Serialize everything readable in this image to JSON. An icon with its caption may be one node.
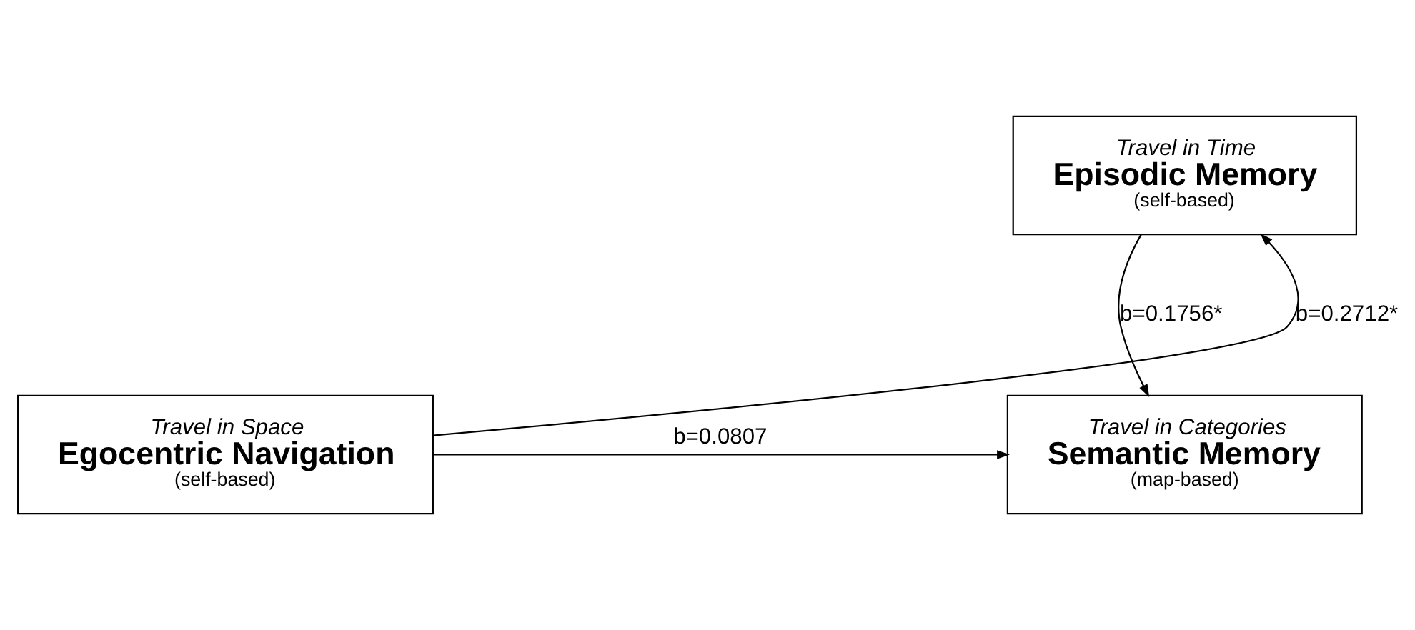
{
  "diagram": {
    "nodes": [
      {
        "text": [
          "Travel in Time",
          "Episodic Memory",
          "(self-based)"
        ]
      },
      {
        "text": [
          "Travel in Space",
          "Egocentric Navigation",
          "(self-based)"
        ]
      },
      {
        "text": [
          "Travel in Categories",
          "Semantic Memory",
          "(map-based)"
        ]
      }
    ],
    "edges": [
      {
        "from": 1,
        "to": 0,
        "arrow": "to",
        "label": "b=0.2712*"
      },
      {
        "from": 0,
        "to": 2,
        "arrow": "to",
        "label": "b=0.1756*"
      },
      {
        "from": 1,
        "to": 2,
        "arrow": "to",
        "label": "b=0.0807"
      }
    ]
  }
}
